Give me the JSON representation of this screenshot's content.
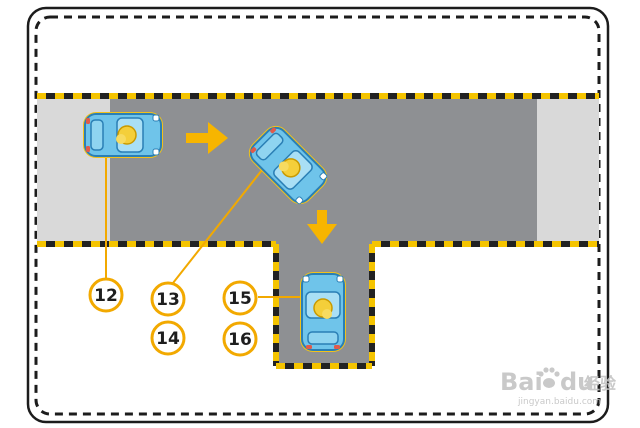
{
  "colors": {
    "road": "#8e9093",
    "sidewalk": "#d9d9d9",
    "border_yellow": "#f5c400",
    "border_black": "#222222",
    "arrow": "#f7b500",
    "callout_ring": "#f2a900",
    "car_body": "#6fc4ea",
    "car_edge": "#2a7fb5",
    "driver": "#f4cf3a"
  },
  "labels": {
    "n12": "12",
    "n13": "13",
    "n14": "14",
    "n15": "15",
    "n16": "16"
  },
  "watermark": {
    "brand": "Bai",
    "brand2": "du",
    "cn": "经验",
    "url": "jingyan.baidu.com"
  },
  "icons": [
    "paw-icon",
    "arrow-right-icon",
    "arrow-down-icon"
  ]
}
